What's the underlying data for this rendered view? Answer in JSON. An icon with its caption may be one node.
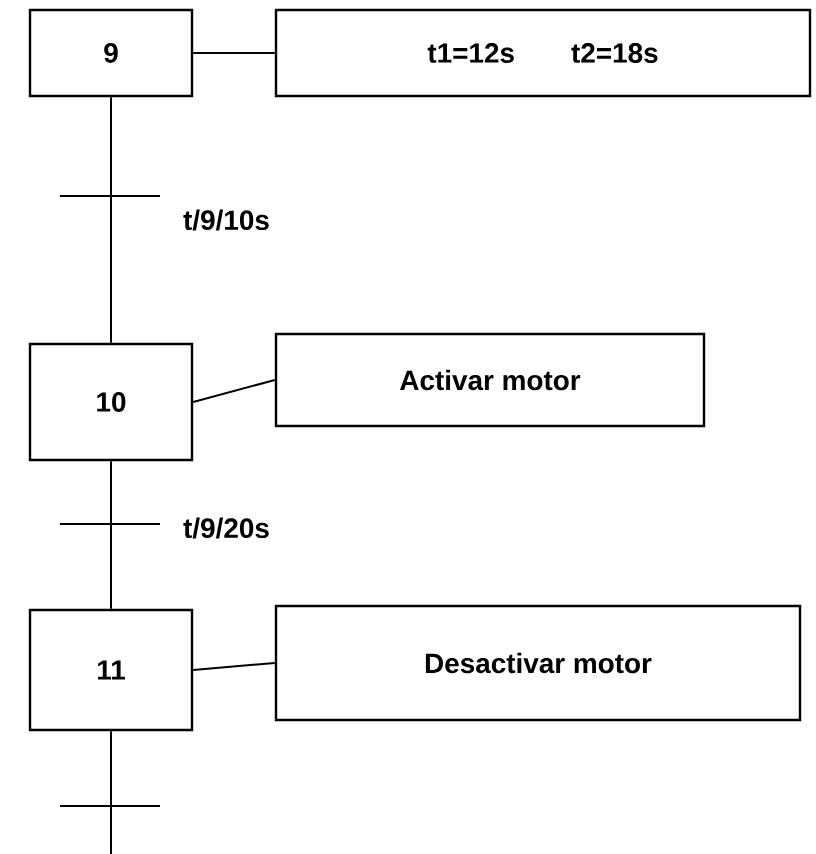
{
  "diagram": {
    "nodes": [
      {
        "text": [
          "9"
        ]
      },
      {
        "text": [
          "t1=12s",
          "t2=18s"
        ]
      },
      {
        "text": [
          "10"
        ]
      },
      {
        "text": [
          "Activar motor"
        ]
      },
      {
        "text": [
          "11"
        ]
      },
      {
        "text": [
          "Desactivar motor"
        ]
      }
    ],
    "edges": [
      {
        "from": 0,
        "to": 1,
        "arrow": "none"
      },
      {
        "from": 0,
        "to": 2,
        "arrow": "none",
        "label": "t/9/10s"
      },
      {
        "from": 2,
        "to": 3,
        "arrow": "none"
      },
      {
        "from": 2,
        "to": 4,
        "arrow": "none",
        "label": "t/9/20s"
      },
      {
        "from": 4,
        "to": 5,
        "arrow": "none"
      },
      {
        "from": 4,
        "to": null,
        "arrow": "none"
      }
    ]
  }
}
